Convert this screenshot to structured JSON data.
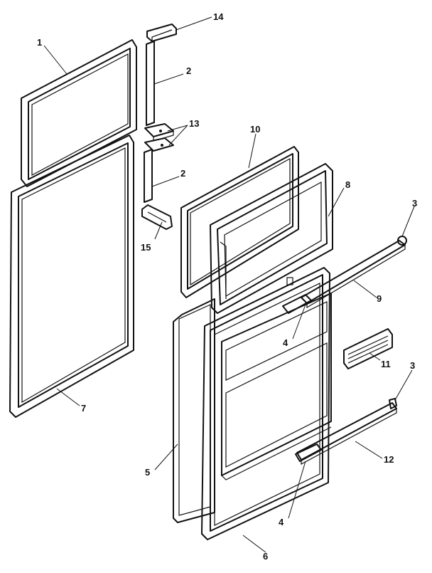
{
  "diagram": {
    "ink_color": "#111111",
    "background_color": "#ffffff",
    "callouts": {
      "c1": "1",
      "c2a": "2",
      "c2b": "2",
      "c3a": "3",
      "c3b": "3",
      "c4a": "4",
      "c4b": "4",
      "c5": "5",
      "c6": "6",
      "c7": "7",
      "c8": "8",
      "c9": "9",
      "c10": "10",
      "c11": "11",
      "c12": "12",
      "c13": "13",
      "c14": "14",
      "c15": "15"
    }
  }
}
